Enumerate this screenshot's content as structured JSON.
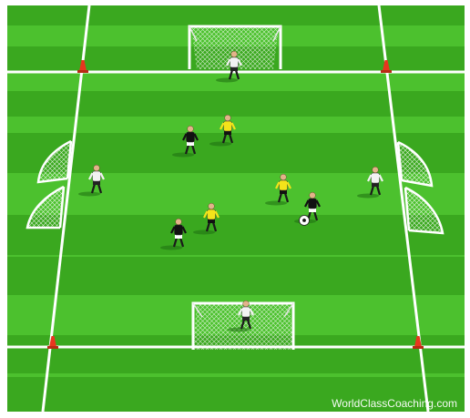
{
  "watermark": "WorldClassCoaching.com",
  "colors": {
    "grass_light": "#4cc12e",
    "grass_dark": "#3aa81f",
    "line": "#ffffff",
    "cone": "#e8361e",
    "team_black": "#111111",
    "team_yellow": "#f3e31a",
    "team_white": "#f2f2f2"
  },
  "players": [
    {
      "team": "white",
      "role": "goalkeeper-top"
    },
    {
      "team": "white",
      "role": "goalkeeper-bottom"
    },
    {
      "team": "white",
      "role": "left-side"
    },
    {
      "team": "white",
      "role": "right-side"
    },
    {
      "team": "black",
      "role": "attacker-with-ball"
    },
    {
      "team": "black",
      "role": "midfield-left"
    },
    {
      "team": "black",
      "role": "lower-left"
    },
    {
      "team": "yellow",
      "role": "midfield"
    },
    {
      "team": "yellow",
      "role": "center"
    },
    {
      "team": "yellow",
      "role": "lower-center"
    }
  ],
  "goals": [
    "top-goal",
    "bottom-goal",
    "left-goal-upper",
    "left-goal-lower",
    "right-goal-upper",
    "right-goal-lower"
  ],
  "cones": 4,
  "ball": "soccer-ball-icon"
}
